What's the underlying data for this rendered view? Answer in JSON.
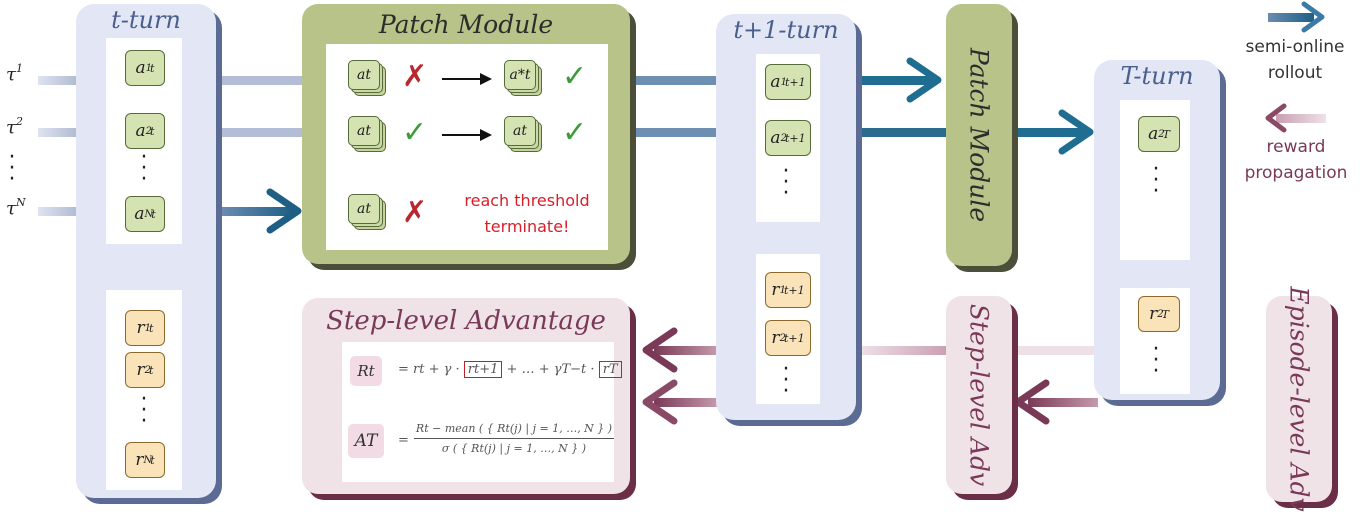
{
  "trajectories": [
    {
      "base": "τ",
      "sup": "1"
    },
    {
      "base": "τ",
      "sup": "2"
    },
    {
      "base": "τ",
      "sup": "N"
    }
  ],
  "t_turn": {
    "title": "t-turn",
    "actions": [
      {
        "base": "a",
        "sup": "1",
        "sub": "t"
      },
      {
        "base": "a",
        "sup": "2",
        "sub": "t"
      },
      {
        "base": "a",
        "sup": "N",
        "sub": "t"
      }
    ],
    "rewards": [
      {
        "base": "r",
        "sup": "1",
        "sub": "t"
      },
      {
        "base": "r",
        "sup": "2",
        "sub": "t"
      },
      {
        "base": "r",
        "sup": "N",
        "sub": "t"
      }
    ]
  },
  "patch_module": {
    "title": "Patch Module",
    "rows": [
      {
        "from": "at",
        "to": "a*t"
      },
      {
        "from": "at",
        "to": "at"
      },
      {
        "from": "at"
      }
    ],
    "threshold_lines": [
      "reach threshold",
      "terminate!"
    ]
  },
  "t1_turn": {
    "title": "t+1-turn",
    "actions": [
      {
        "base": "a",
        "sup": "1",
        "sub": "t+1"
      },
      {
        "base": "a",
        "sup": "2",
        "sub": "t+1"
      }
    ],
    "rewards": [
      {
        "base": "r",
        "sup": "1",
        "sub": "t+1"
      },
      {
        "base": "r",
        "sup": "2",
        "sub": "t+1"
      }
    ]
  },
  "patch_module_vertical": {
    "title": "Patch Module"
  },
  "T_turn": {
    "title": "T-turn",
    "action": {
      "base": "a",
      "sup": "2",
      "sub": "T"
    },
    "reward": {
      "base": "r",
      "sup": "2",
      "sub": "T"
    }
  },
  "step_advantage": {
    "title": "Step-level Advantage",
    "R_label": "Rt",
    "R_formula_prefix": "= rt + γ ·",
    "R_boxed_1": "rt+1",
    "R_formula_middle": "+ … + γT−t ·",
    "R_boxed_2": "rT",
    "A_label": "AT",
    "A_numerator": "Rt − mean ( { Rt(j) | j = 1, …, N } )",
    "A_denominator": "σ ( { Rt(j) | j = 1, …, N } )",
    "A_eq": "="
  },
  "step_level_adv": {
    "title": "Step-level Adv"
  },
  "episode_level_adv": {
    "title": "Episode-level Adv"
  },
  "legend": {
    "rollout_lines": [
      "semi-online",
      "rollout"
    ],
    "reward_lines": [
      "reward",
      "propagation"
    ]
  },
  "colors": {
    "rollout_arrow": "#1f5f86",
    "reward_arrow": "#7a3a57",
    "patch_fill": "#b8c389",
    "turn_fill": "#e3e6f5",
    "adv_fill": "#efe3e8",
    "cross": "#b8292f",
    "check": "#3d9a3a",
    "threshold_text": "#d8202a"
  },
  "icons": [
    "cross-mark-icon",
    "check-mark-icon",
    "right-arrow-icon",
    "left-arrow-icon"
  ]
}
